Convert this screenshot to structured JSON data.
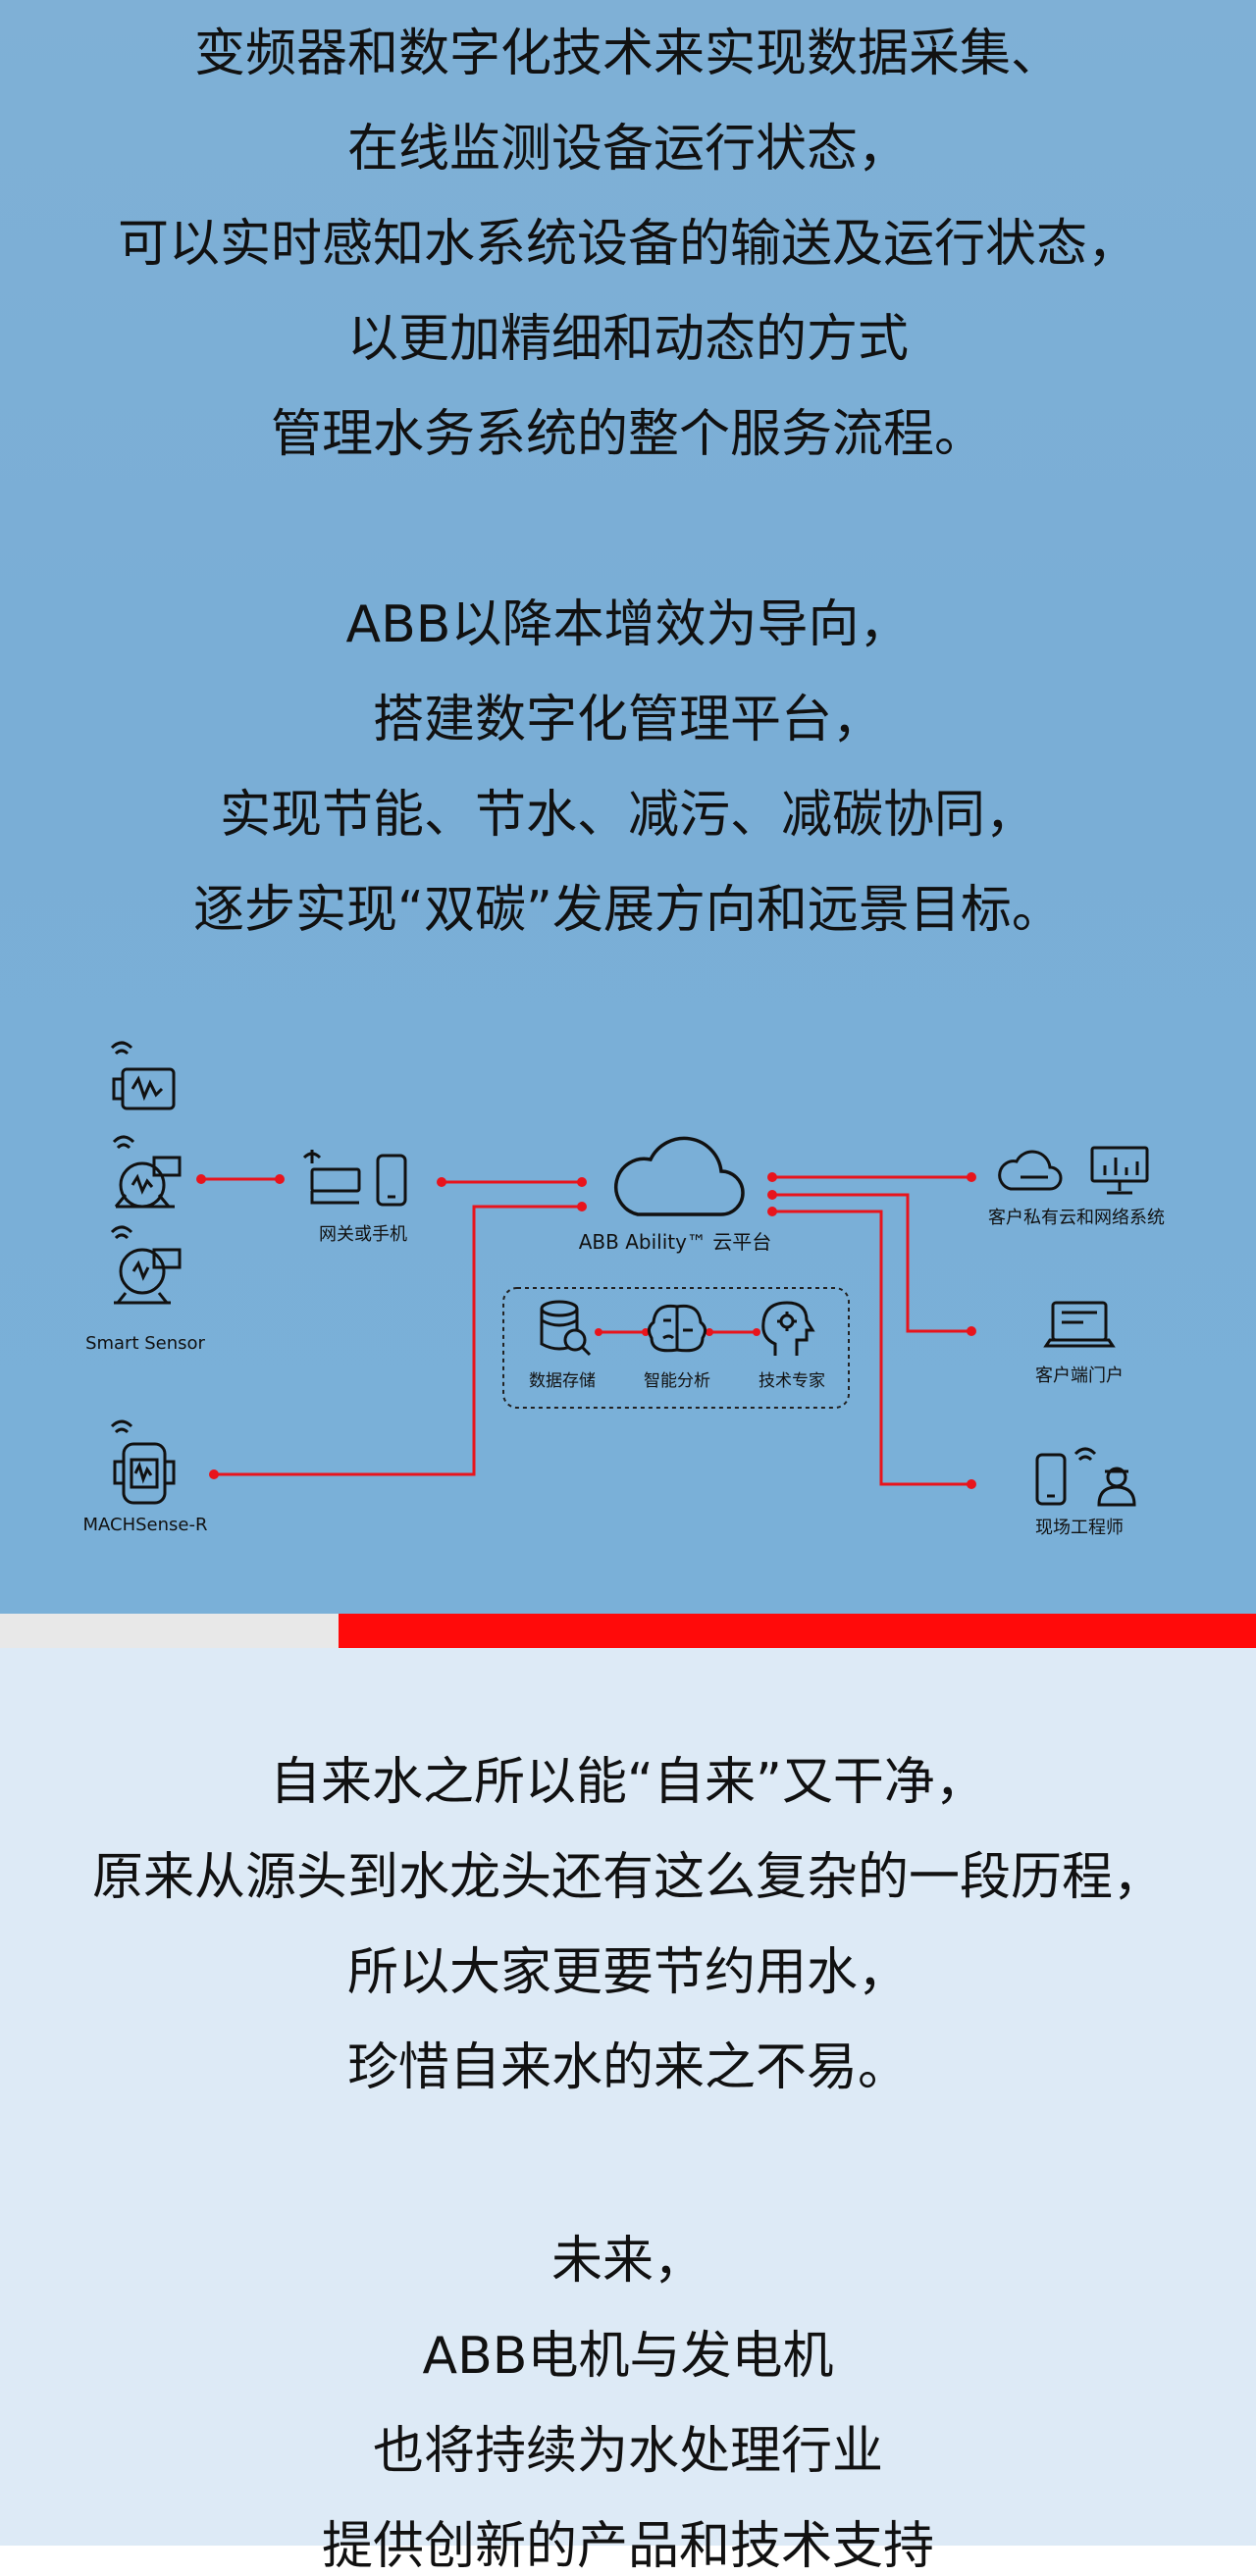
{
  "intro_lines": [
    "变频器和数字化技术来实现数据采集、",
    "在线监测设备运行状态，",
    "可以实时感知水系统设备的输送及运行状态，",
    "以更加精细和动态的方式",
    "管理水务系统的整个服务流程。"
  ],
  "abb_lines": [
    "ABB以降本增效为导向，",
    "搭建数字化管理平台，",
    "实现节能、节水、减污、减碳协同，",
    "逐步实现“双碳”发展方向和远景目标。"
  ],
  "diagram": {
    "smart_sensor": "Smart Sensor",
    "machsense": "MACHSense-R",
    "gateway": "网关或手机",
    "cloud": "ABB Ability™ 云平台",
    "storage": "数据存储",
    "analysis": "智能分析",
    "expert": "技术专家",
    "private_cloud": "客户私有云和网络系统",
    "portal": "客户端门户",
    "engineer": "现场工程师",
    "accent": "#e8141c"
  },
  "water_lines": [
    "自来水之所以能“自来”又干净，",
    "原来从源头到水龙头还有这么复杂的一段历程，",
    "所以大家更要节约用水，",
    "珍惜自来水的来之不易。"
  ],
  "future_lines": [
    "未来，",
    "ABB电机与发电机",
    "也将持续为水处理行业",
    "提供创新的产品和技术支持"
  ]
}
